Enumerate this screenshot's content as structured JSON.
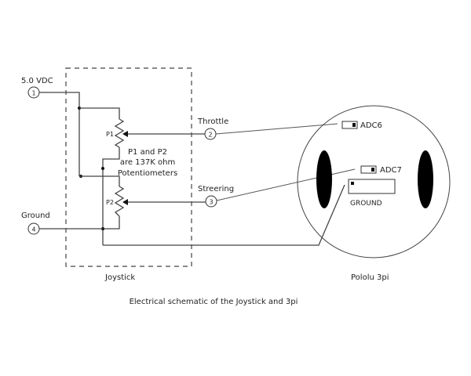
{
  "diagram": {
    "caption": "Electrical schematic of the Joystick and 3pi",
    "joystick": {
      "label": "Joystick",
      "potentiometers": [
        {
          "id": "P1",
          "label": "P1"
        },
        {
          "id": "P2",
          "label": "P2"
        }
      ],
      "note_lines": [
        "P1 and P2",
        "are 137K ohm",
        "Potentiometers"
      ]
    },
    "terminals": [
      {
        "number": "1",
        "label": "5.0 VDC"
      },
      {
        "number": "2",
        "label": "Throttle"
      },
      {
        "number": "3",
        "label": "Streering"
      },
      {
        "number": "4",
        "label": "Ground"
      }
    ],
    "robot": {
      "label": "Pololu 3pi",
      "pins": [
        {
          "label": "ADC6"
        },
        {
          "label": "ADC7"
        },
        {
          "label": "GROUND"
        }
      ]
    }
  }
}
